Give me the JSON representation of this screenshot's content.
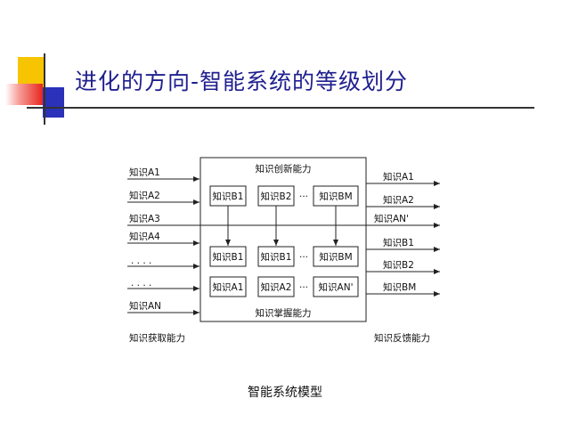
{
  "slide": {
    "title": "进化的方向-智能系统的等级划分",
    "caption": "智能系统模型"
  },
  "diagram": {
    "top_label": "知识创新能力",
    "bottom_label": "知识掌握能力",
    "left_caption": "知识获取能力",
    "right_caption": "知识反馈能力",
    "inputs": [
      "知识A1",
      "知识A2",
      "知识A3",
      "知识A4",
      ". . . .",
      ". . . .",
      "知识AN"
    ],
    "outputs": [
      "知识A1",
      "知识A2",
      "知识AN'",
      "知识B1",
      "知识B2",
      "知识BM"
    ],
    "row_top": [
      "知识B1",
      "知识B2",
      "知识BM"
    ],
    "row_mid": [
      "知识B1",
      "知识B1",
      "知识BM"
    ],
    "row_bot": [
      "知识A1",
      "知识A2",
      "知识AN'"
    ],
    "ellipsis": "···"
  },
  "colors": {
    "title": "#1f1f8f",
    "deco_yellow": "#f6c400",
    "deco_red": "#e8251c",
    "deco_blue": "#2b31b8",
    "line": "#222222"
  }
}
